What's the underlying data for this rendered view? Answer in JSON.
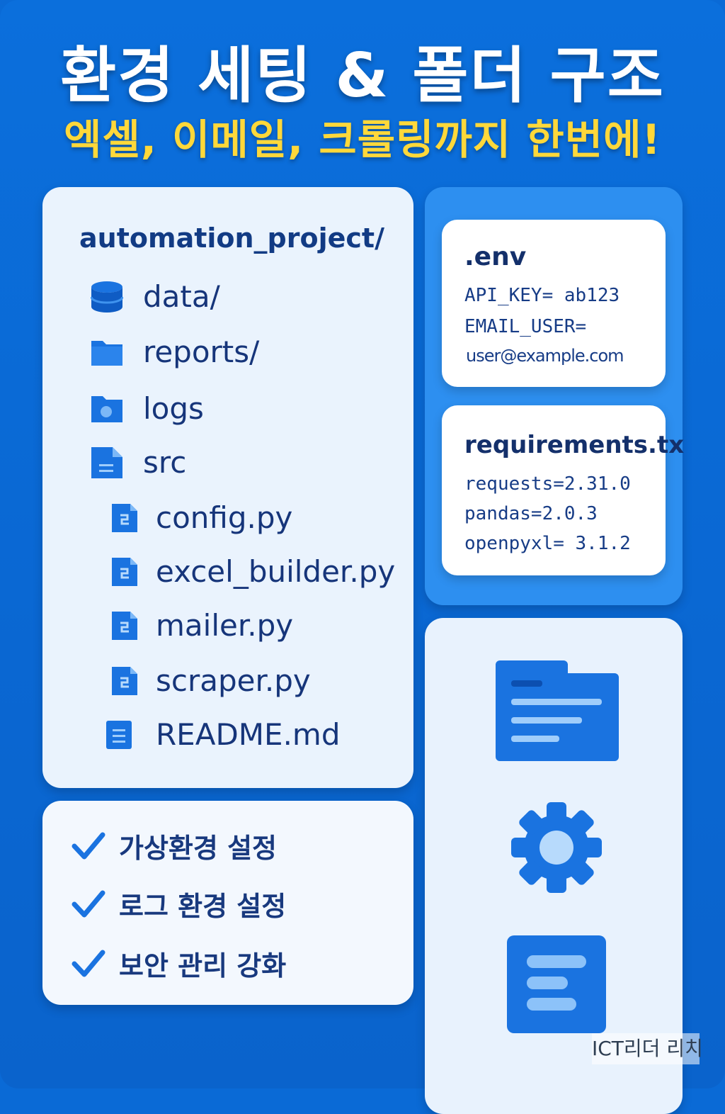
{
  "header": {
    "title": "환경 세팅 & 폴더 구조",
    "subtitle": "엑셀, 이메일, 크롤링까지 한번에!"
  },
  "tree": {
    "root": "automation_project/",
    "items": [
      {
        "label": "data/",
        "icon": "database-icon"
      },
      {
        "label": "reports/",
        "icon": "folder-icon"
      },
      {
        "label": "logs",
        "icon": "log-folder-icon"
      },
      {
        "label": "src",
        "icon": "file-icon"
      },
      {
        "label": "config.py",
        "icon": "python-file-icon"
      },
      {
        "label": "excel_builder.py",
        "icon": "python-file-icon"
      },
      {
        "label": "mailer.py",
        "icon": "python-file-icon"
      },
      {
        "label": "scraper.py",
        "icon": "python-file-icon"
      },
      {
        "label": "README.md",
        "icon": "document-icon"
      }
    ]
  },
  "env_file": {
    "name": ".env",
    "lines": [
      "API_KEY= ab123",
      "EMAIL_USER=",
      "user@example.com"
    ]
  },
  "requirements_file": {
    "name": "requirements.tx",
    "lines": [
      "requests=2.31.0",
      "pandas=2.0.3",
      "openpyxl= 3.1.2"
    ]
  },
  "checklist": [
    "가상환경 설정",
    "로그 환경 설정",
    "보안 관리 강화"
  ],
  "decorative_icons": [
    "folder-document-icon",
    "gear-icon",
    "document-lines-icon"
  ],
  "watermark": "ICT리더 리치",
  "colors": {
    "background": "#0a6ad6",
    "title": "#ffffff",
    "subtitle": "#ffd83a",
    "card": "#eaf3fd",
    "accent_panel": "#2d8ff0",
    "icon_blue": "#1a73e0",
    "text_dark": "#16357a"
  }
}
